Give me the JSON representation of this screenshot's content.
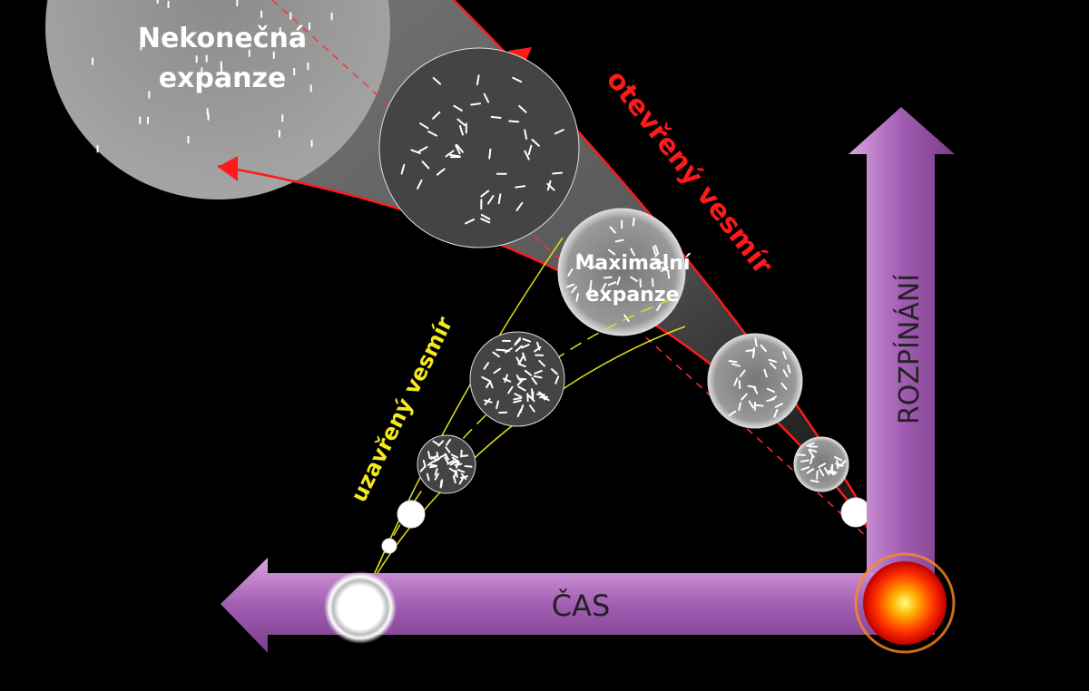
{
  "labels": {
    "infinite_expansion_line1": "Nekonečná",
    "infinite_expansion_line2": "expanze",
    "open_universe": "otevřený vesmír",
    "max_expansion_line1": "Maximální",
    "max_expansion_line2": "expanze",
    "closed_universe": "uzavřený vesmír",
    "expansion_axis": "ROZPÍNÁNÍ",
    "time_axis": "ČAS"
  },
  "colors": {
    "open_universe": "#ff1a1a",
    "closed_universe": "#f2ea1e",
    "axis_arrow": "#a860b8",
    "background": "#000000"
  }
}
